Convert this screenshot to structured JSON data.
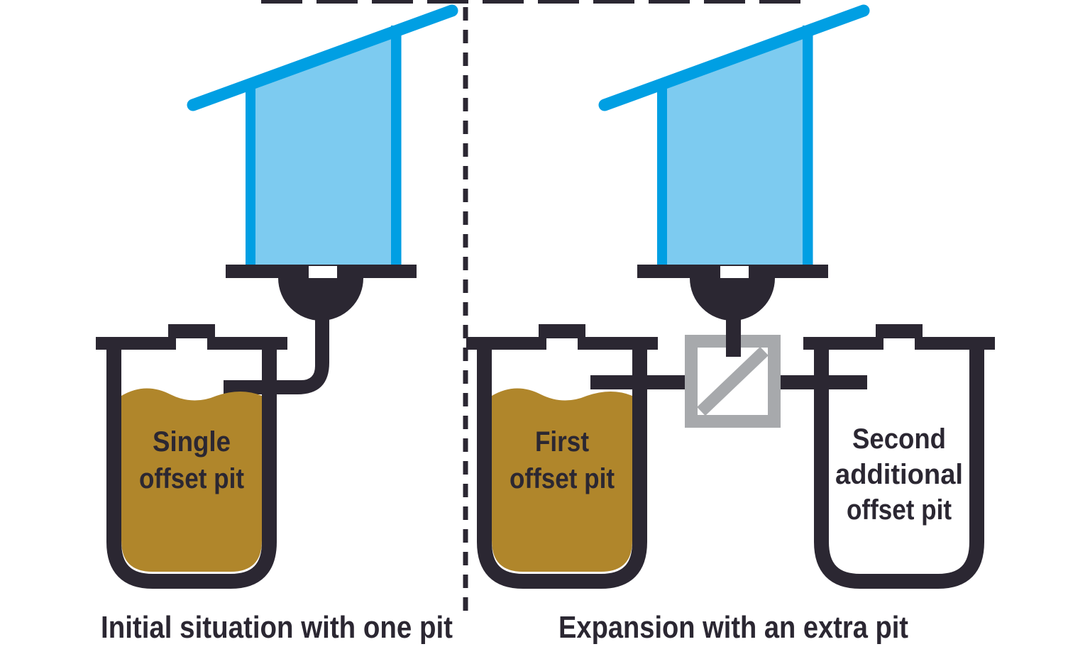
{
  "diagram": {
    "subject": "offset-pit-latrine-expansion",
    "panels": [
      "initial situation",
      "expansion"
    ]
  },
  "colors": {
    "ink": "#2B2732",
    "superstructure_outline": "#009FE3",
    "superstructure_fill": "#7DCBF0",
    "sludge_brown": "#B0862B",
    "junction_gray": "#A7A9AC",
    "background": "#FFFFFF"
  },
  "left_panel": {
    "caption": "Initial situation with one pit",
    "pit": {
      "label_lines": [
        "Single",
        "offset pit"
      ],
      "filled_with_sludge": true
    }
  },
  "right_panel": {
    "caption": "Expansion with an extra pit",
    "first_pit": {
      "label_lines": [
        "First",
        "offset pit"
      ],
      "filled_with_sludge": true
    },
    "second_pit": {
      "label_lines": [
        "Second",
        "additional",
        "offset pit"
      ],
      "filled_with_sludge": false
    },
    "junction_box": "flow-diversion-box"
  }
}
